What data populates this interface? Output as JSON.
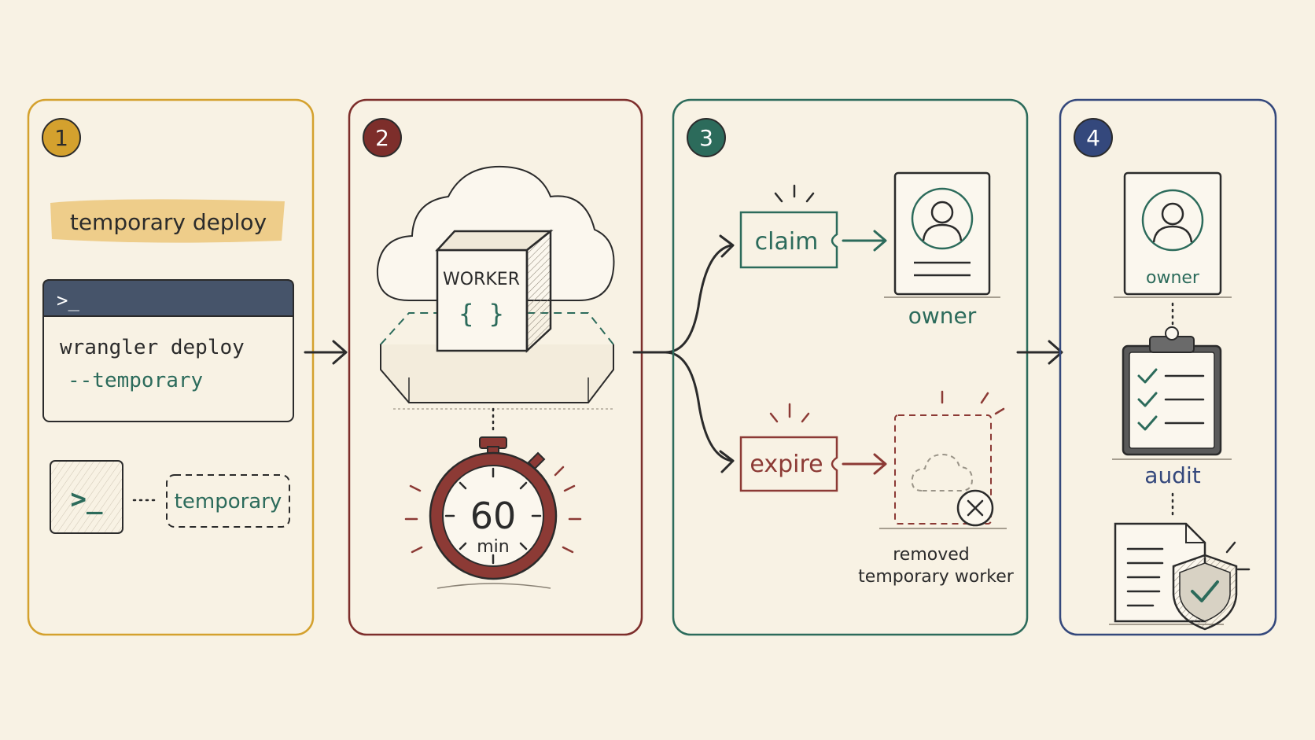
{
  "colors": {
    "background": "#f8f2e4",
    "panel1": "#d4a12e",
    "panel2": "#7d2e2b",
    "panel3": "#2c6b5b",
    "panel4": "#34487c",
    "ink": "#2b2b2b",
    "terminal_header": "#46546a",
    "highlight": "#ecc77a",
    "green": "#2c6b5b",
    "red": "#8c3a35"
  },
  "panels": [
    {
      "number": "1"
    },
    {
      "number": "2"
    },
    {
      "number": "3"
    },
    {
      "number": "4"
    }
  ],
  "step1": {
    "highlight_label": "temporary deploy",
    "terminal_prompt": ">_",
    "command_line1": "wrangler deploy",
    "command_line2": "--temporary",
    "small_terminal_prompt": ">_",
    "tag_label": "temporary"
  },
  "step2": {
    "worker_label": "WORKER",
    "worker_braces": "{ }",
    "timer_value": "60",
    "timer_unit": "min"
  },
  "step3": {
    "claim_label": "claim",
    "owner_label": "owner",
    "expire_label": "expire",
    "removed_line1": "removed",
    "removed_line2": "temporary worker"
  },
  "step4": {
    "owner_label": "owner",
    "audit_label": "audit"
  },
  "icons": [
    "terminal-icon",
    "cloud-icon",
    "worker-cube-icon",
    "stopwatch-icon",
    "ticket-icon",
    "user-card-icon",
    "dashed-cloud-icon",
    "close-circle-icon",
    "clipboard-icon",
    "document-icon",
    "shield-check-icon",
    "arrow-icon"
  ]
}
